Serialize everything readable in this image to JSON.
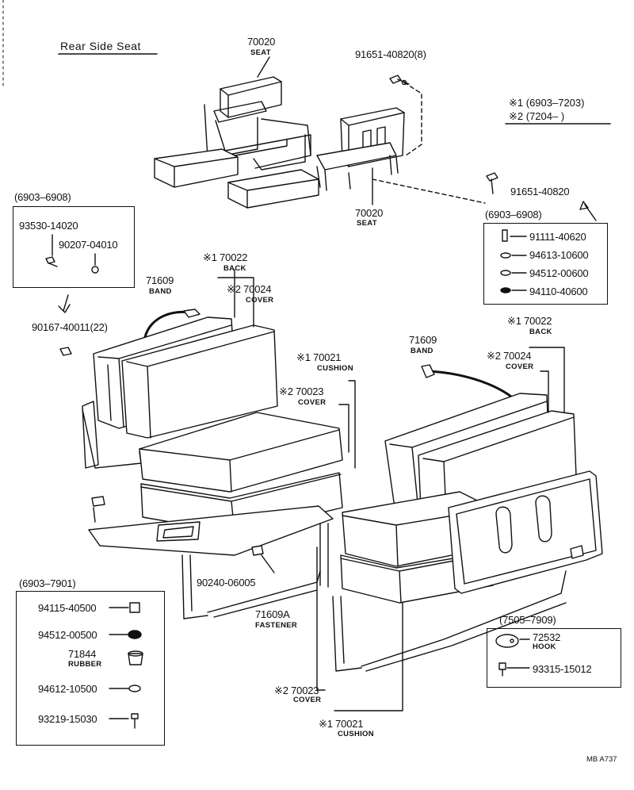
{
  "title": "Rear Side Seat",
  "notes": {
    "n1": "※1  (6903–7203)",
    "n2": "※2  (7204–        )"
  },
  "parts": {
    "seat_top_no": "70020",
    "seat_top_lbl": "SEAT",
    "bolt_top": "91651-40820(8)",
    "seat_mid_no": "70020",
    "seat_mid_lbl": "SEAT",
    "bolt_right": "91651-40820",
    "back_l_no": "※1 70022",
    "back_l_lbl": "BACK",
    "cover_l_no": "※2  70024",
    "cover_l_lbl": "COVER",
    "band_l_no": "71609",
    "band_l_lbl": "BAND",
    "screw_l": "90167-40011(22)",
    "cushion_l_no": "※1 70021",
    "cushion_l_lbl": "CUSHION",
    "cushion_cov_l_no": "※2 70023",
    "cushion_cov_l_lbl": "COVER",
    "clip_l": "90240-06005",
    "fastener_no": "71609A",
    "fastener_lbl": "FASTENER",
    "back_r_no": "※1   70022",
    "back_r_lbl": "BACK",
    "band_r_no": "71609",
    "band_r_lbl": "BAND",
    "cover_r_no": "※2  70024",
    "cover_r_lbl": "COVER",
    "cushion_cov_r_no": "※2 70023",
    "cushion_cov_r_lbl": "COVER",
    "cushion_r_no": "※1 70021",
    "cushion_r_lbl": "CUSHION",
    "code": "MB A737"
  },
  "boxes": {
    "box_6903_6908_left": {
      "title": "(6903–6908)",
      "items": [
        "93530-14020",
        "90207-04010"
      ]
    },
    "box_6903_6908_right": {
      "title": "(6903–6908)",
      "items": [
        "91111-40620",
        "94613-10600",
        "94512-00600",
        "94110-40600"
      ]
    },
    "box_6903_7901": {
      "title": "(6903–7901)",
      "items": [
        "94115-40500",
        "94512-00500",
        "71844",
        "94612-10500",
        "93219-15030"
      ],
      "sublabel": "RUBBER"
    },
    "box_7505_7909": {
      "title": "(7505–7909)",
      "items": [
        "72532",
        "93315-15012"
      ],
      "sublabel": "HOOK"
    }
  }
}
